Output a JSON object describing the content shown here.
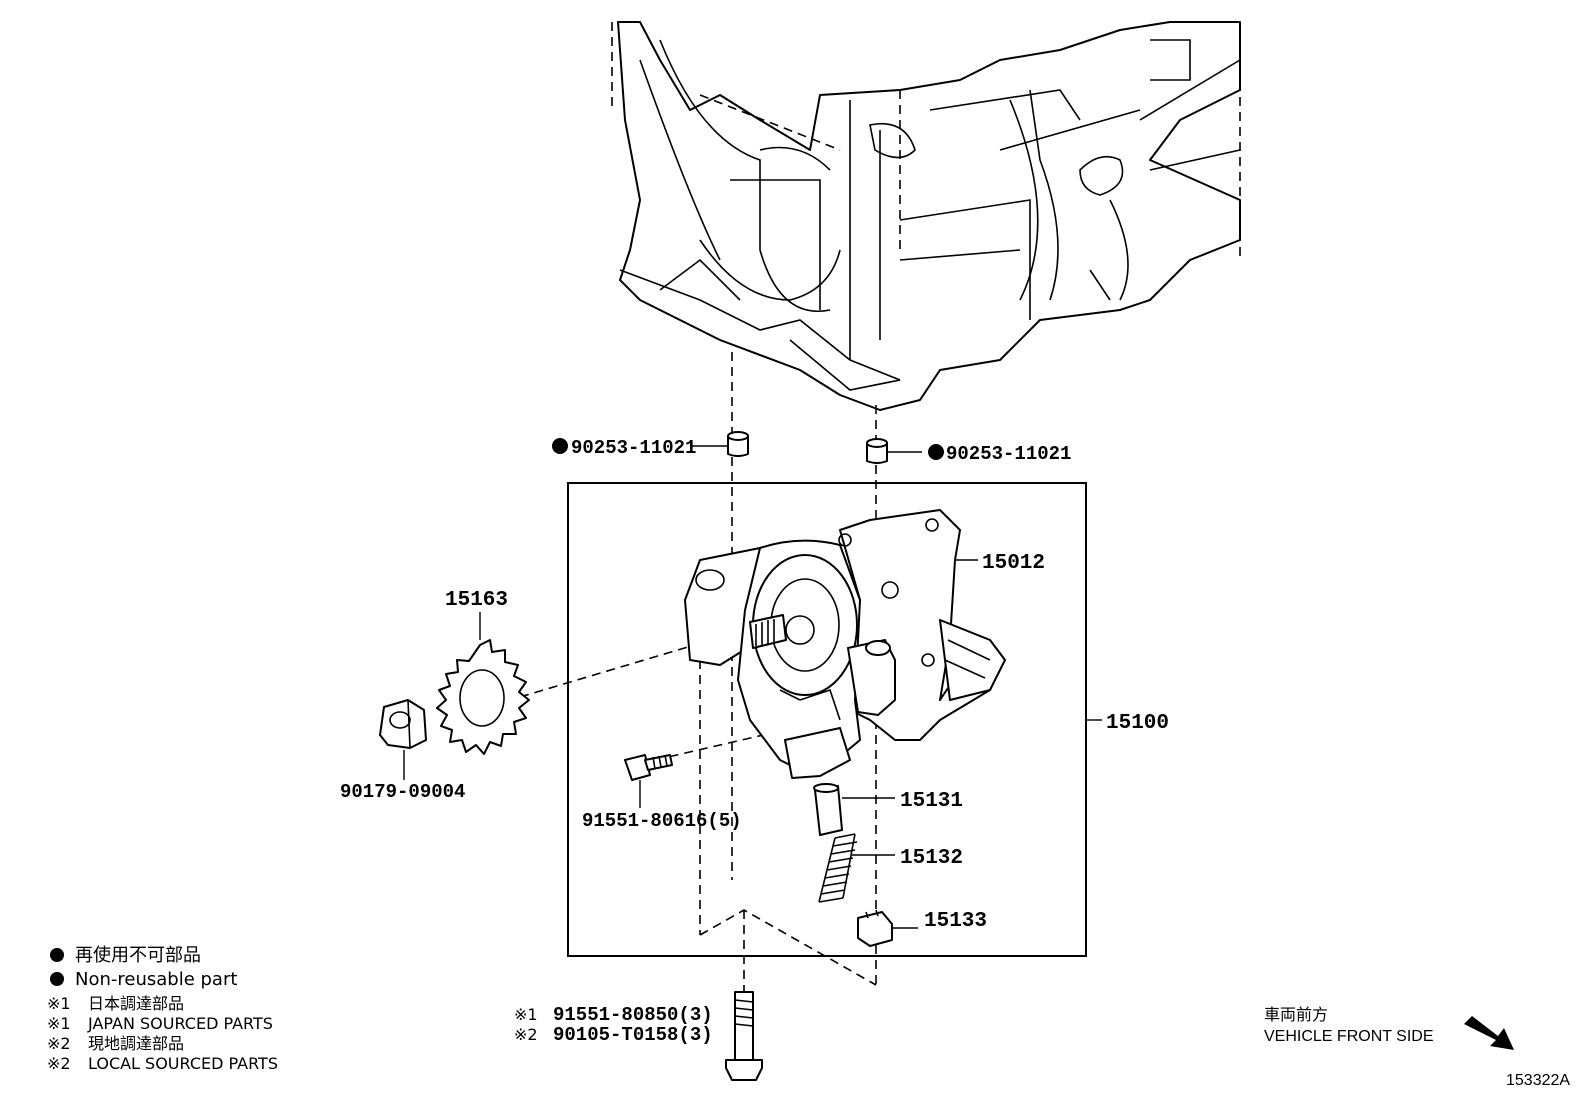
{
  "parts": {
    "dowel_left": "90253-11021",
    "dowel_right": "90253-11021",
    "pump_body": "15012",
    "sprocket": "15163",
    "pump_assy": "15100",
    "nut": "90179-09004",
    "bolt_front": "91551-80616(5)",
    "relief_valve": "15131",
    "spring": "15132",
    "plug": "15133",
    "bolt_bottom_1": "91551-80850(3)",
    "bolt_bottom_2": "90105-T0158(3)",
    "bolt_bottom_1_mark": "※1",
    "bolt_bottom_2_mark": "※2"
  },
  "legend": {
    "nonreusable_jp": "再使用不可部品",
    "nonreusable_en": "Non-reusable part",
    "mark1": "※1",
    "mark2": "※2",
    "japan_jp": "日本調達部品",
    "japan_en": "JAPAN SOURCED PARTS",
    "local_jp": "現地調達部品",
    "local_en": "LOCAL SOURCED PARTS"
  },
  "direction": {
    "jp": "車両前方",
    "en": "VEHICLE FRONT SIDE",
    "icon": "arrow-down-right-icon"
  },
  "diagram_id": "153322A"
}
